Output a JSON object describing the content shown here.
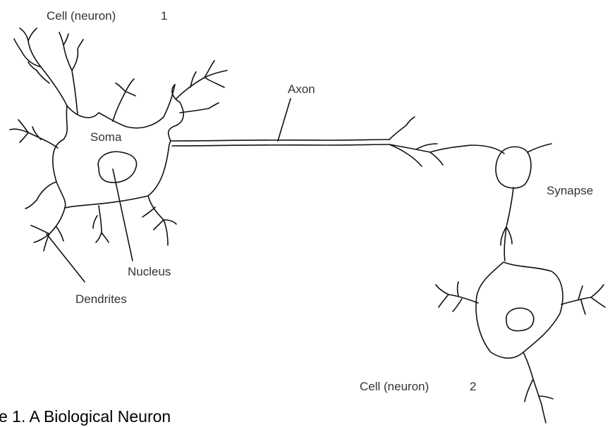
{
  "diagram": {
    "labels": {
      "cell1": "Cell (neuron)",
      "cell1_num": "1",
      "soma": "Soma",
      "axon": "Axon",
      "synapse": "Synapse",
      "nucleus": "Nucleus",
      "dendrites": "Dendrites",
      "cell2": "Cell (neuron)",
      "cell2_num": "2"
    },
    "caption": "e 1. A Biological Neuron"
  }
}
